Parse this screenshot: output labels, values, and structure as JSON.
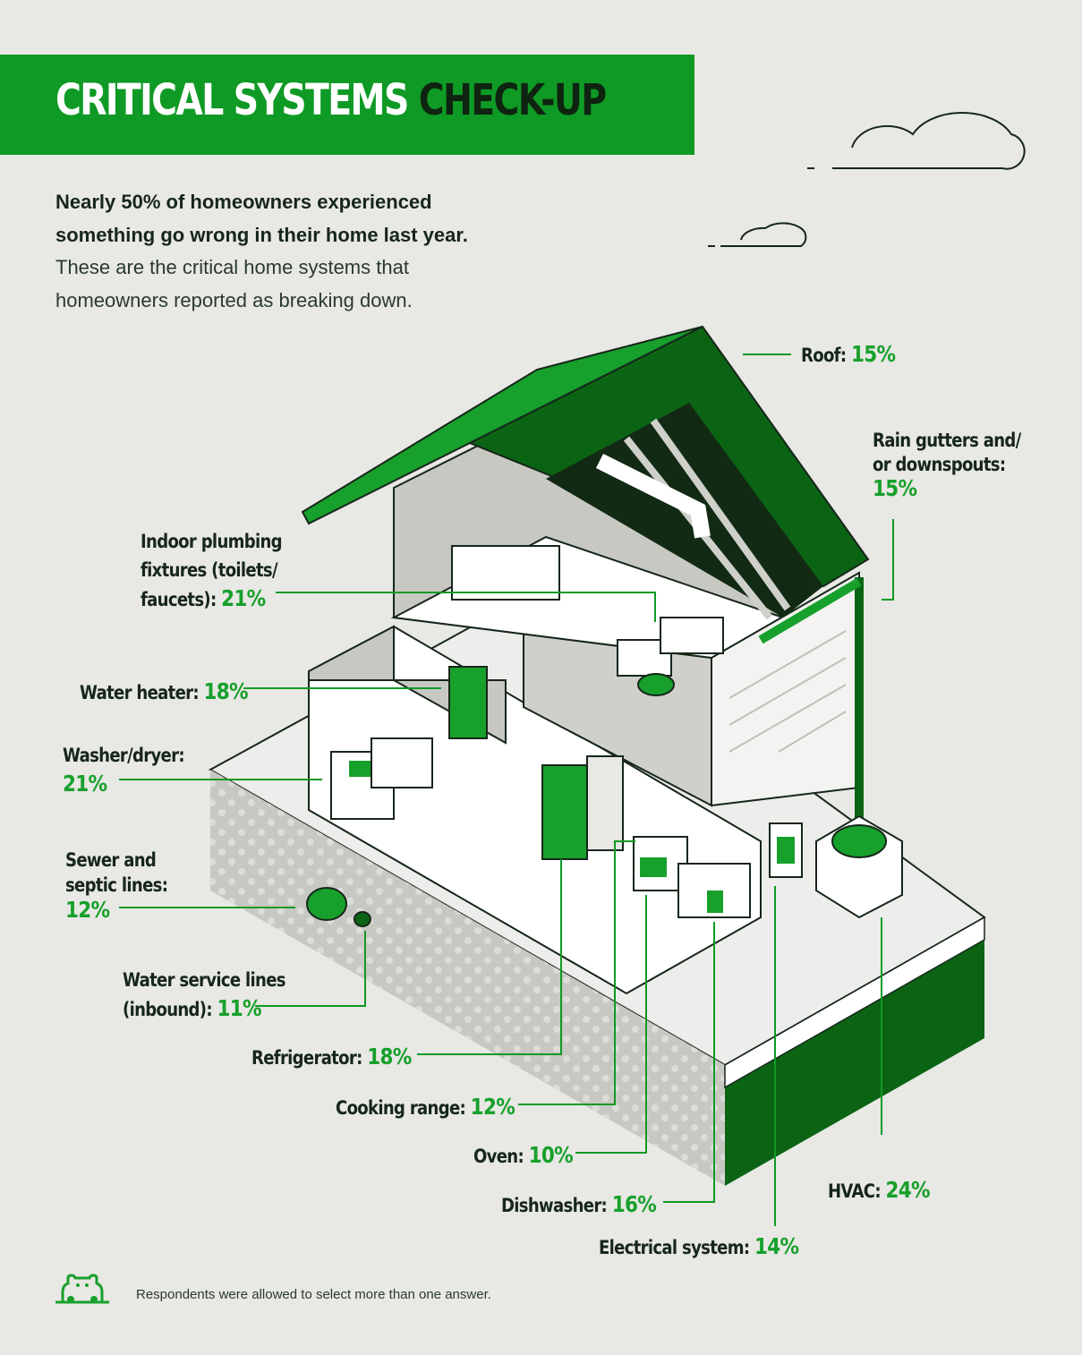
{
  "header": {
    "title_light": "CRITICAL SYSTEMS",
    "title_bold": "CHECK-UP"
  },
  "intro": {
    "headline_1": "Nearly 50% of homeowners experienced",
    "headline_2": "something go wrong in their home last year.",
    "body_1": "These are the critical home systems that",
    "body_2": "homeowners reported as breaking down."
  },
  "labels": [
    {
      "name": "Roof:",
      "value": "15%"
    },
    {
      "name": "Rain gutters and/ or downspouts:",
      "line1": "Rain gutters and/",
      "line2": "or downspouts:",
      "value": "15%"
    },
    {
      "name": "Indoor plumbing fixtures (toilets/ faucets):",
      "line1": "Indoor plumbing",
      "line2": "fixtures (toilets/",
      "line3": "faucets):",
      "value": "21%"
    },
    {
      "name": "Water heater:",
      "value": "18%"
    },
    {
      "name": "Washer/dryer:",
      "value": "21%"
    },
    {
      "name": "Sewer and septic lines:",
      "line1": "Sewer and",
      "line2": "septic lines:",
      "value": "12%"
    },
    {
      "name": "Water service lines (inbound):",
      "line1": "Water service lines",
      "line2": "(inbound):",
      "value": "11%"
    },
    {
      "name": "Refrigerator:",
      "value": "18%"
    },
    {
      "name": "Cooking range:",
      "value": "12%"
    },
    {
      "name": "Oven:",
      "value": "10%"
    },
    {
      "name": "Dishwasher:",
      "value": "16%"
    },
    {
      "name": "Electrical system:",
      "value": "14%"
    },
    {
      "name": "HVAC:",
      "value": "24%"
    }
  ],
  "footer": {
    "note": "Respondents were allowed to select more than one answer."
  },
  "colors": {
    "brand_green": "#0f9a25",
    "value_green": "#17a02b",
    "dark_green": "#0b6414",
    "background": "#e8e8e4"
  }
}
